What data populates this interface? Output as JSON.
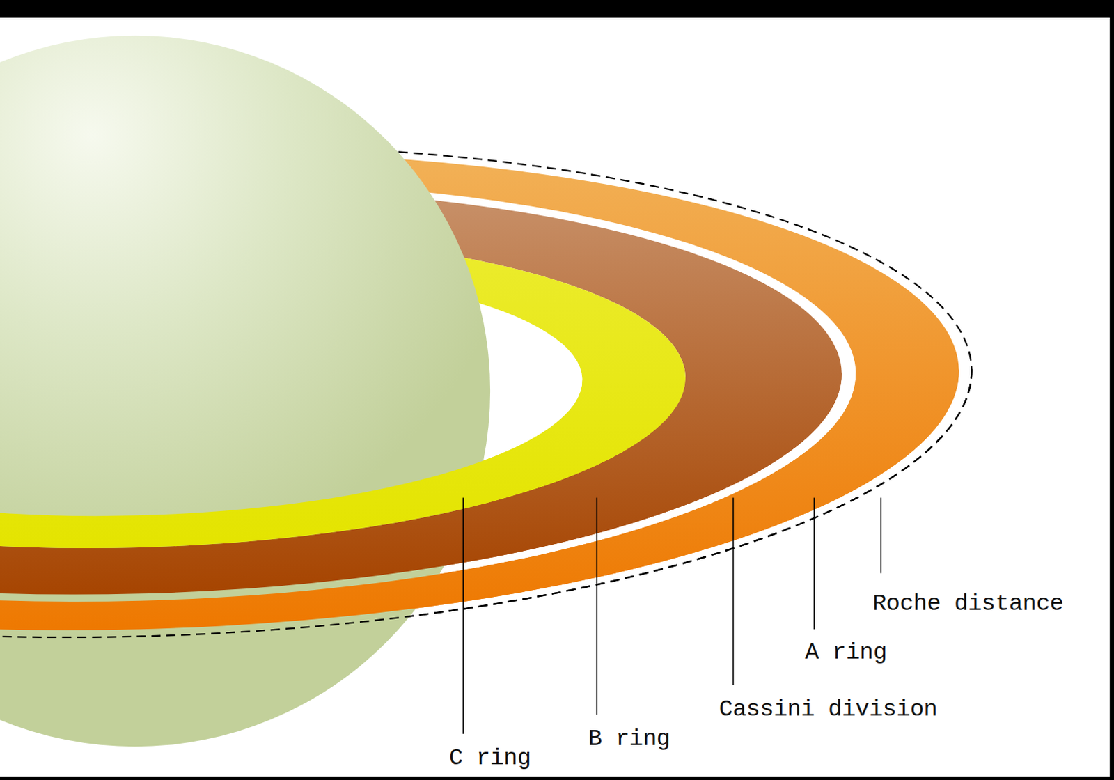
{
  "diagram": {
    "labels": [
      "C ring",
      "B ring",
      "Cassini division",
      "A ring",
      "Roche distance"
    ]
  }
}
